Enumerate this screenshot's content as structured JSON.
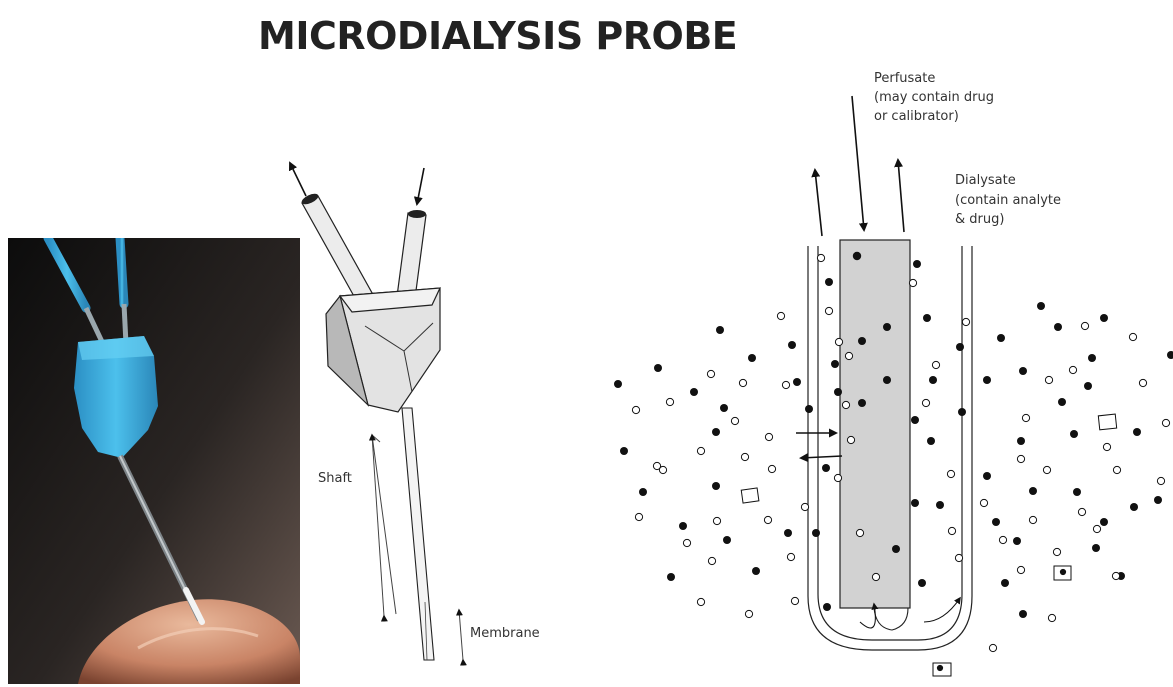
{
  "title": "MICRODIALYSIS PROBE",
  "probe_labels": {
    "shaft": "Shaft",
    "membrane": "Membrane"
  },
  "flow_labels": {
    "perfusate_l1": "Perfusate",
    "perfusate_l2": "(may contain drug",
    "perfusate_l3": "or calibrator)",
    "dialysate_l1": "Dialysate",
    "dialysate_l2": "(contain analyte",
    "dialysate_l3": "& drug)"
  },
  "colors": {
    "accent_blue": "#3aa7d6",
    "probe_grey": "#d8d8d8",
    "lumen_grey": "#d0d0d0",
    "ink": "#111111"
  }
}
